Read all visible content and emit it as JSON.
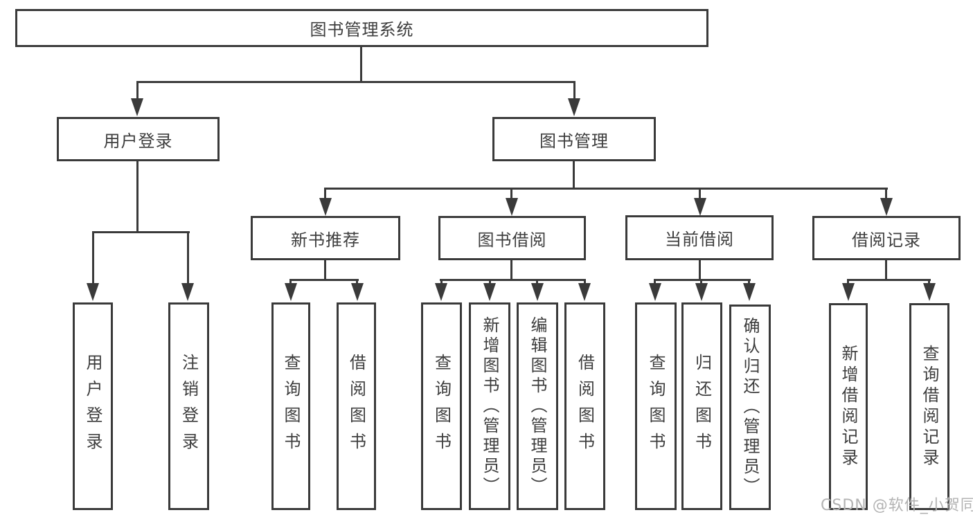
{
  "diagram": {
    "root": {
      "label": "图书管理系统"
    },
    "user_login": {
      "label": "用户登录",
      "children": {
        "login": "用户登录",
        "logout": "注销登录"
      }
    },
    "book_mgmt": {
      "label": "图书管理",
      "new_book_rec": {
        "label": "新书推荐",
        "children": {
          "c1": "查询图书",
          "c2": "借阅图书"
        }
      },
      "book_borrow": {
        "label": "图书借阅",
        "children": {
          "c1": "查询图书",
          "c2": "新增图书（管理员）",
          "c3": "编辑图书（管理员）",
          "c4": "借阅图书"
        }
      },
      "current_borrow": {
        "label": "当前借阅",
        "children": {
          "c1": "查询图书",
          "c2": "归还图书",
          "c3": "确认归还（管理员）"
        }
      },
      "borrow_records": {
        "label": "借阅记录",
        "children": {
          "c1": "新增借阅记录",
          "c2": "查询借阅记录"
        }
      }
    },
    "watermark": "CSDN @软件_小贺同学",
    "colors": {
      "line": "#3a3a3a",
      "text": "#3d3d3d",
      "watermark": "#b3b3b3",
      "background": "#ffffff"
    }
  }
}
